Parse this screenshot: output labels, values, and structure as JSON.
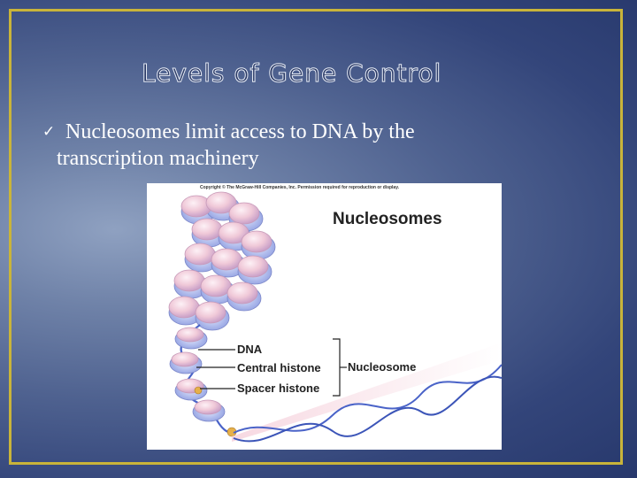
{
  "slide": {
    "title": "Levels of Gene Control",
    "bullet": {
      "icon": "checkmark-icon",
      "glyph": "✓",
      "line1": "Nucleosomes limit access to DNA by the",
      "line2": "transcription machinery"
    }
  },
  "figure": {
    "copyright": "Copyright © The McGraw-Hill Companies, Inc. Permission required for reproduction or display.",
    "title": "Nucleosomes",
    "labels": {
      "dna": "DNA",
      "central_histone": "Central histone",
      "spacer_histone": "Spacer histone",
      "nucleosome": "Nucleosome"
    }
  },
  "colors": {
    "frame": "#c9b43a",
    "title_fill": "#2b3a66",
    "title_outline": "#e6ebf5",
    "text": "#ffffff",
    "histone_pink": "#f0c9d8",
    "histone_blue": "#8c9ce0",
    "dna_blue": "#4a63c8"
  }
}
